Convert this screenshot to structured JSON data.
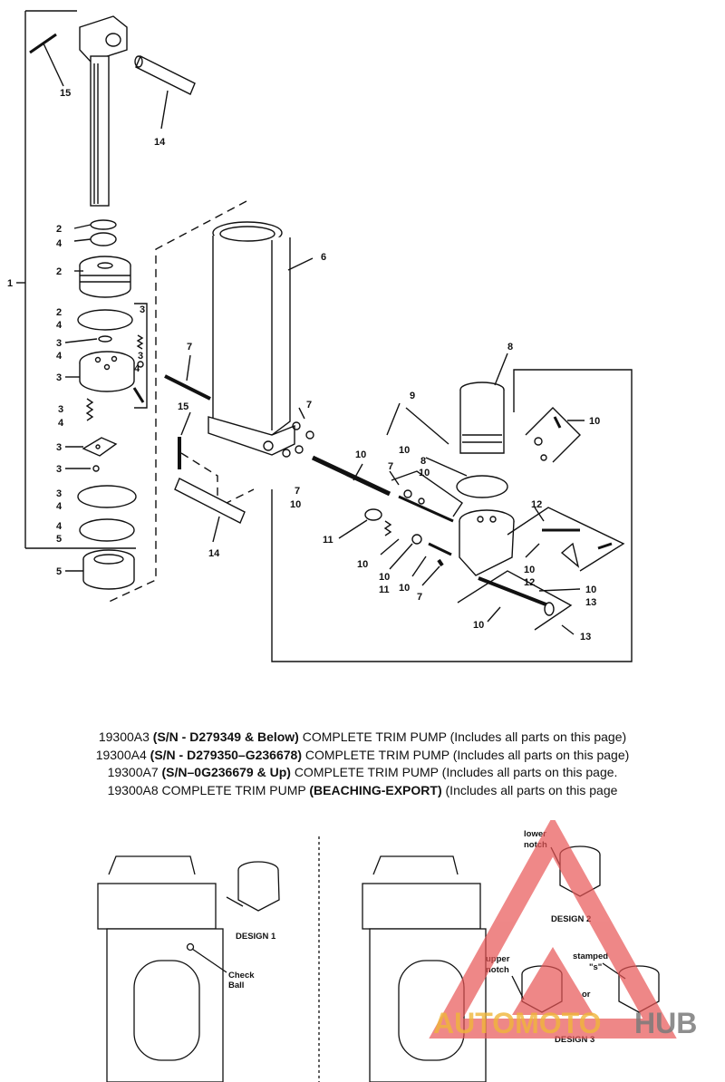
{
  "callouts": {
    "c1": "1",
    "c2a": "2",
    "c4a": "4",
    "c2b": "2",
    "c2c": "2",
    "c4b": "4",
    "c3a": "3",
    "c4c": "4",
    "c3b": "3",
    "c3c": "3",
    "c4d": "4",
    "c3d": "3",
    "c3e": "3",
    "c3f": "3",
    "c4e": "4",
    "c4f": "4",
    "c5a": "5",
    "c5b": "5",
    "c3g": "3",
    "c3h": "3",
    "c4g": "4",
    "c6": "6",
    "c7a": "7",
    "c7b": "7",
    "c7c": "7",
    "c7d": "7",
    "c7e": "7",
    "c8a": "8",
    "c8b": "8",
    "c9": "9",
    "c10a": "10",
    "c10b": "10",
    "c10c": "10",
    "c10d": "10",
    "c10e": "10",
    "c10f": "10",
    "c10g": "10",
    "c10h": "10",
    "c10i": "10",
    "c10j": "10",
    "c10k": "10",
    "c11a": "11",
    "c11b": "11",
    "c12a": "12",
    "c12b": "12",
    "c13a": "13",
    "c13b": "13",
    "c14a": "14",
    "c14b": "14",
    "c15a": "15",
    "c15b": "15"
  },
  "captions": [
    {
      "part": "19300A3",
      "serial": "(S/N - D279349 & Below)",
      "name": "COMPLETE TRIM PUMP",
      "note": "(Includes all parts on this page)"
    },
    {
      "part": "19300A4",
      "serial": "(S/N - D279350–G236678)",
      "name": "COMPLETE TRIM PUMP",
      "note": "(Includes all parts on this page)"
    },
    {
      "part": "19300A7",
      "serial": "(S/N–0G236679 & Up)",
      "name": "COMPLETE TRIM PUMP",
      "note": "(Includes all parts on this page."
    },
    {
      "part": "19300A8",
      "name": "COMPLETE TRIM PUMP",
      "serial": "(BEACHING-EXPORT)",
      "note": "(Includes all parts on this page"
    }
  ],
  "bottom_labels": {
    "design1": "DESIGN 1",
    "check": "Check",
    "ball": "Ball",
    "lower": "lower",
    "notch_top": "notch",
    "design2": "DESIGN 2",
    "upper": "upper",
    "notch_bottom": "notch",
    "stamped": "stamped",
    "s_mark": "\"s\"",
    "or": "or",
    "design3": "DESIGN 3"
  },
  "watermark": {
    "part1": "AUTOMOTO",
    "part2": "HUB",
    "color_red": "#e85555",
    "color_yellow": "#f0b63a",
    "color_gray": "#7b7b7b"
  }
}
